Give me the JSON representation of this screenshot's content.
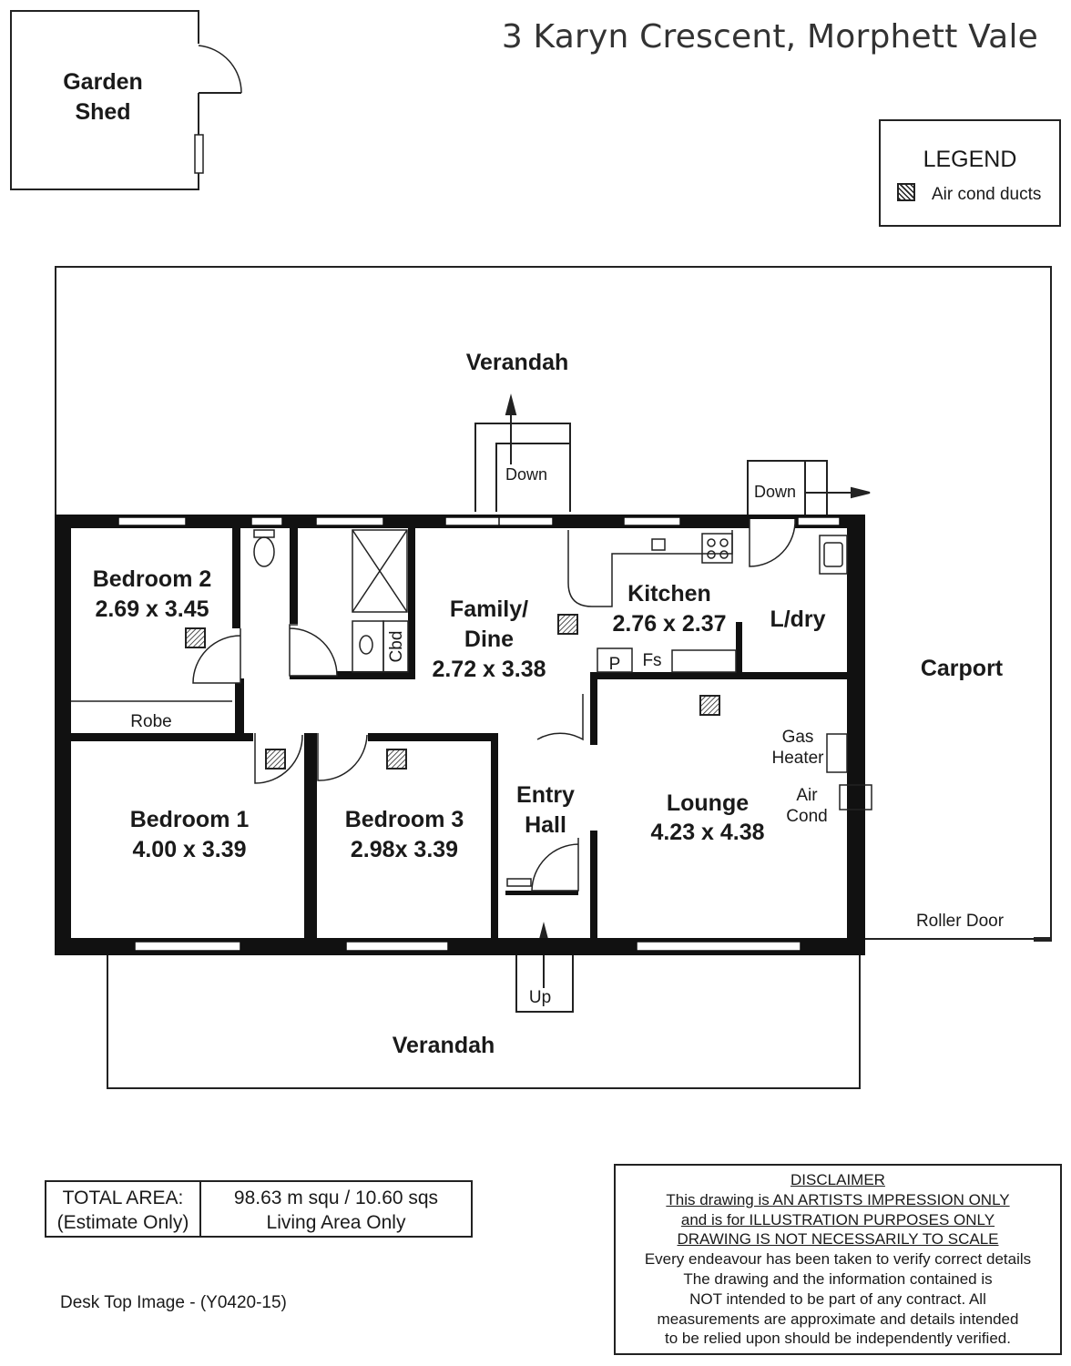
{
  "title": "3 Karyn Crescent, Morphett Vale",
  "legend": {
    "heading": "LEGEND",
    "item": "Air cond ducts"
  },
  "shed": {
    "line1": "Garden",
    "line2": "Shed"
  },
  "rooms": {
    "bedroom2": {
      "name": "Bedroom 2",
      "size": "2.69 x 3.45"
    },
    "family": {
      "name1": "Family/",
      "name2": "Dine",
      "size": "2.72 x 3.38"
    },
    "kitchen": {
      "name": "Kitchen",
      "size": "2.76 x 2.37"
    },
    "laundry": {
      "name": "L/dry"
    },
    "lounge": {
      "name": "Lounge",
      "size": "4.23 x 4.38"
    },
    "bedroom1": {
      "name": "Bedroom 1",
      "size": "4.00 x 3.39"
    },
    "bedroom3": {
      "name": "Bedroom 3",
      "size": "2.98x 3.39"
    },
    "entry": {
      "name1": "Entry",
      "name2": "Hall"
    }
  },
  "labels": {
    "verandah_top": "Verandah",
    "verandah_bottom": "Verandah",
    "carport": "Carport",
    "roller_door": "Roller Door",
    "robe": "Robe",
    "cbd": "Cbd",
    "pantry": "P",
    "fridge_space": "Fs",
    "gas_heater_1": "Gas",
    "gas_heater_2": "Heater",
    "air_cond_1": "Air",
    "air_cond_2": "Cond",
    "down_1": "Down",
    "down_2": "Down",
    "up": "Up"
  },
  "area": {
    "label1": "TOTAL AREA:",
    "label2": "(Estimate Only)",
    "value1": "98.63 m squ /  10.60 sqs",
    "value2": "Living Area Only"
  },
  "footer": "Desk Top Image - (Y0420-15)",
  "disclaimer": {
    "heading": "DISCLAIMER",
    "u1": "This drawing is AN ARTISTS IMPRESSION ONLY",
    "u2": "and is for ILLUSTRATION PURPOSES ONLY",
    "u3": "DRAWING IS NOT NECESSARILY TO SCALE",
    "l1": "Every endeavour has been taken to verify correct details",
    "l2": "The drawing and the information contained is",
    "l3": "NOT intended to be part of any contract. All",
    "l4": "measurements are approximate and details intended",
    "l5": "to be relied upon should be independently verified."
  }
}
